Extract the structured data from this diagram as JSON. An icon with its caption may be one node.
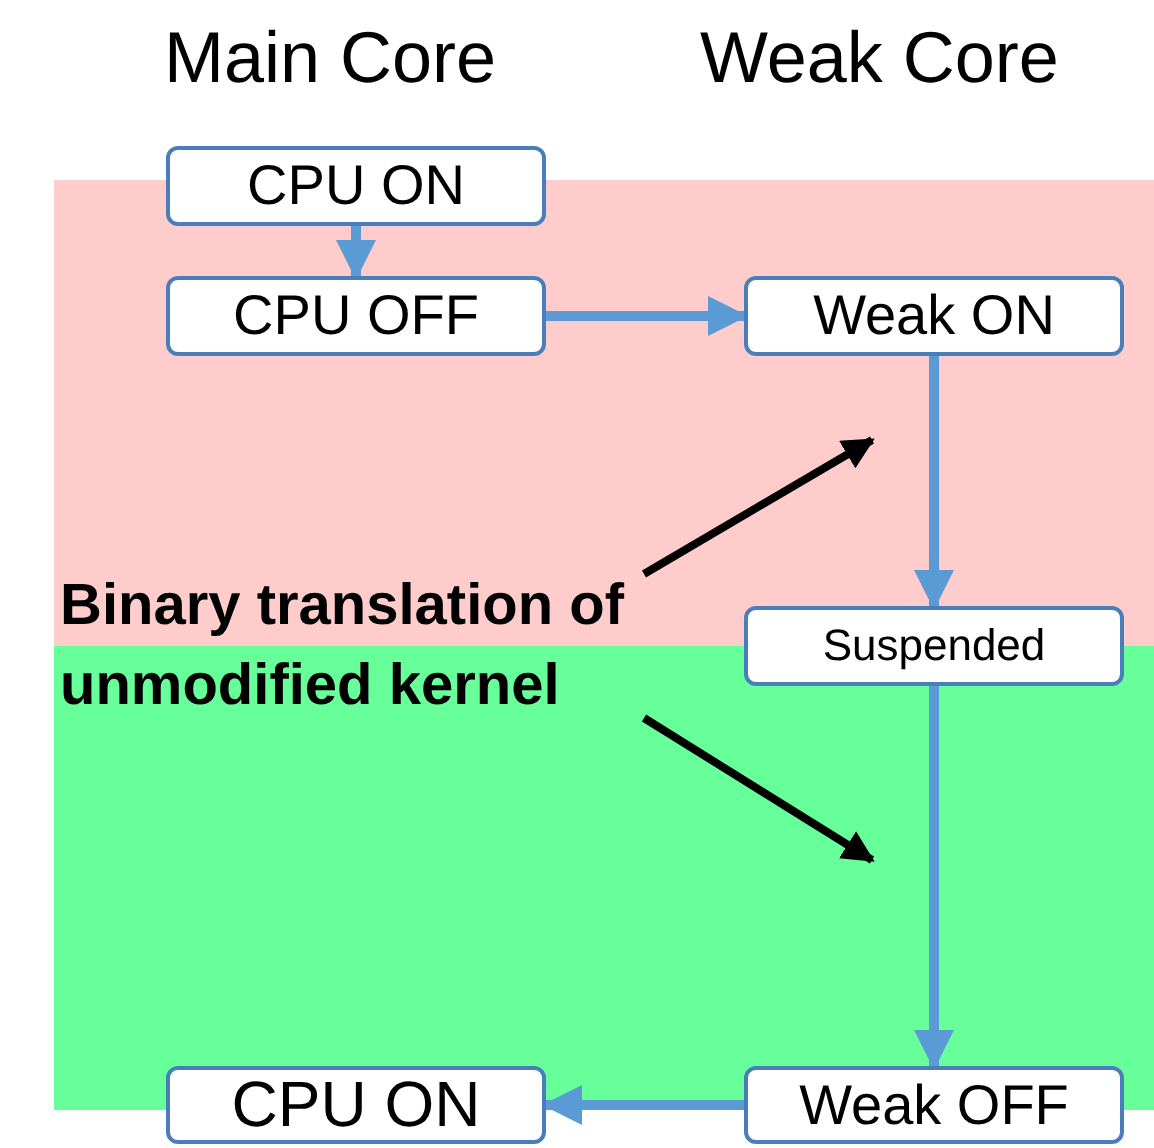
{
  "diagram": {
    "nodes": [
      {
        "text": [
          "CPU ON"
        ]
      },
      {
        "text": [
          "CPU OFF"
        ]
      },
      {
        "text": [
          "Weak ON"
        ]
      },
      {
        "text": [
          "Suspended"
        ]
      },
      {
        "text": [
          "Weak OFF"
        ]
      },
      {
        "text": [
          "CPU ON"
        ]
      },
      {
        "text": [
          "Binary translation of unmodified kernel"
        ]
      }
    ],
    "edges": [
      {
        "from": 0,
        "to": 1,
        "arrow": "to"
      },
      {
        "from": 1,
        "to": 2,
        "arrow": "to"
      },
      {
        "from": 2,
        "to": 3,
        "arrow": "to"
      },
      {
        "from": 3,
        "to": 4,
        "arrow": "to"
      },
      {
        "from": 4,
        "to": 5,
        "arrow": "to"
      },
      {
        "from": 6,
        "to": null,
        "arrow": "to",
        "color": "#000000"
      },
      {
        "from": 6,
        "to": null,
        "arrow": "to",
        "color": "#000000"
      }
    ],
    "labels": [
      "Main Core",
      "Weak Core"
    ]
  }
}
